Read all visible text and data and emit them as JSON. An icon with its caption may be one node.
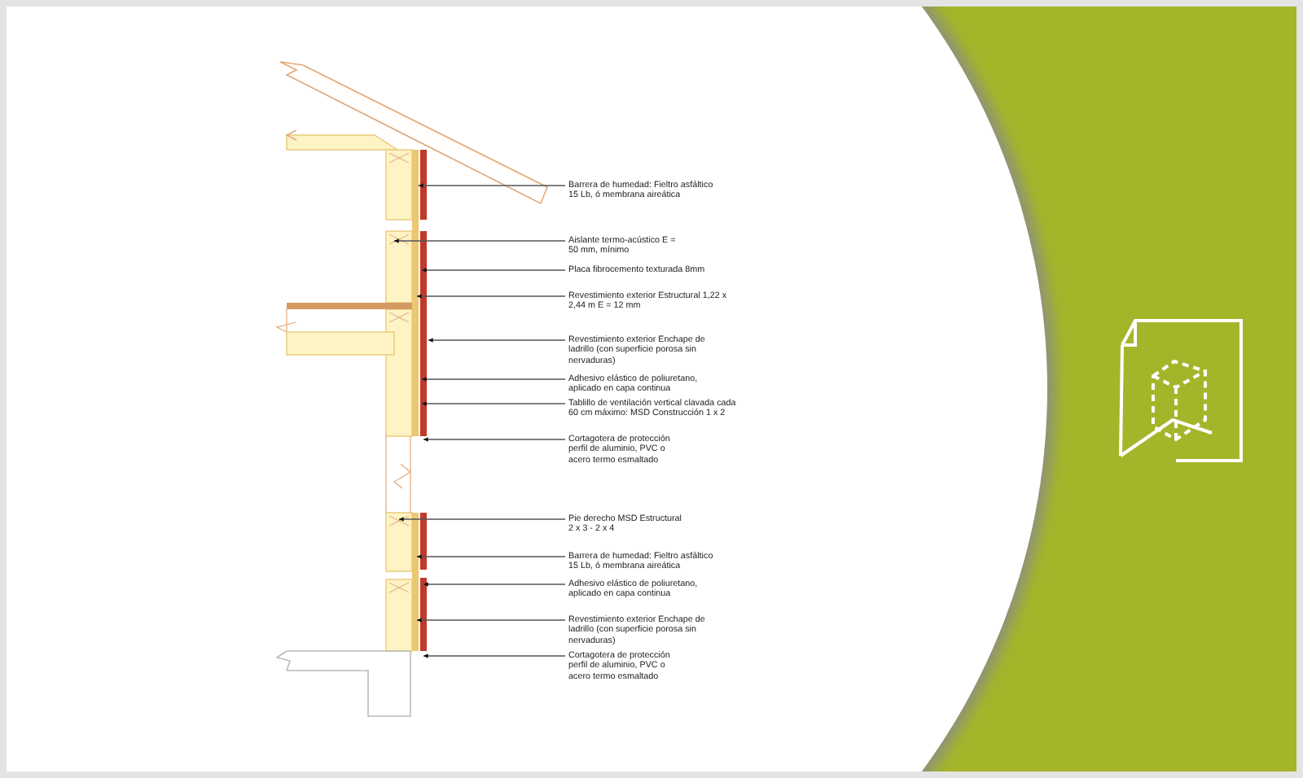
{
  "diagram": {
    "nodes": [
      {
        "text": [
          "Barrera de humedad: Fieltro asfáltico 15 Lb, ó membrana aireática"
        ]
      },
      {
        "text": [
          "Aislante termo-acústico E = 50 mm, mínimo"
        ]
      },
      {
        "text": [
          "Placa fibrocemento texturada 8mm"
        ]
      },
      {
        "text": [
          "Revestimiento exterior Estructural 1,22 x 2,44 m E = 12 mm"
        ]
      },
      {
        "text": [
          "Revestimiento exterior Enchape de ladrillo (con superficie porosa sin nervaduras)"
        ]
      },
      {
        "text": [
          "Adhesivo elástico de poliuretano, aplicado en capa continua"
        ]
      },
      {
        "text": [
          "Tablillo de ventilación vertical clavada cada 60 cm máximo: MSD Construcción 1 x 2"
        ]
      },
      {
        "text": [
          "Cortagotera de protección perfil de aluminio, PVC o acero termo esmaltado"
        ]
      },
      {
        "text": [
          "Pie derecho MSD Estructural 2 x 3 - 2 x 4"
        ]
      },
      {
        "text": [
          "Barrera de humedad: Fieltro asfáltico 15 Lb, ó membrana aireática"
        ]
      },
      {
        "text": [
          "Adhesivo elástico de poliuretano, aplicado en capa continua"
        ]
      },
      {
        "text": [
          "Revestimiento exterior Enchape de ladrillo (con superficie porosa sin nervaduras)"
        ]
      },
      {
        "text": [
          "Cortagotera de protección perfil de aluminio, PVC o acero termo esmaltado"
        ]
      }
    ],
    "edges": [
      {
        "from": 0,
        "to": null,
        "arrow": "to"
      },
      {
        "from": 1,
        "to": null,
        "arrow": "to"
      },
      {
        "from": 2,
        "to": null,
        "arrow": "to"
      },
      {
        "from": 3,
        "to": null,
        "arrow": "to"
      },
      {
        "from": 4,
        "to": null,
        "arrow": "to"
      },
      {
        "from": 5,
        "to": null,
        "arrow": "to"
      },
      {
        "from": 6,
        "to": null,
        "arrow": "to"
      },
      {
        "from": 7,
        "to": null,
        "arrow": "to"
      },
      {
        "from": 8,
        "to": null,
        "arrow": "to"
      },
      {
        "from": 9,
        "to": null,
        "arrow": "to"
      },
      {
        "from": 10,
        "to": null,
        "arrow": "to"
      },
      {
        "from": 11,
        "to": null,
        "arrow": "to"
      },
      {
        "from": 12,
        "to": null,
        "arrow": "to"
      }
    ]
  }
}
